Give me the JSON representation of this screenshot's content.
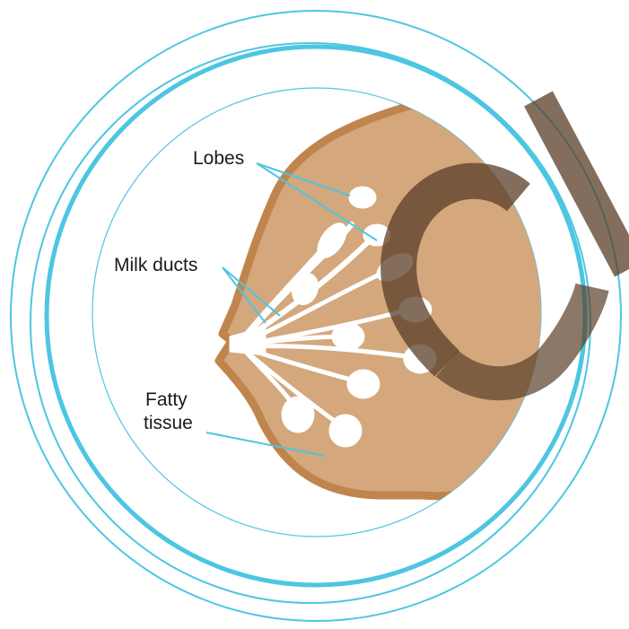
{
  "labels": {
    "lobes": "Lobes",
    "milk_ducts": "Milk ducts",
    "fatty_tissue_line1": "Fatty",
    "fatty_tissue_line2": "tissue"
  },
  "colors": {
    "ring": "#4cc6e2",
    "breast_fill": "#d4a77c",
    "breast_outline": "#c0854c",
    "glands": "#ffffff",
    "leader_line": "#4cc6e2",
    "watermark": "#5a3e28"
  }
}
